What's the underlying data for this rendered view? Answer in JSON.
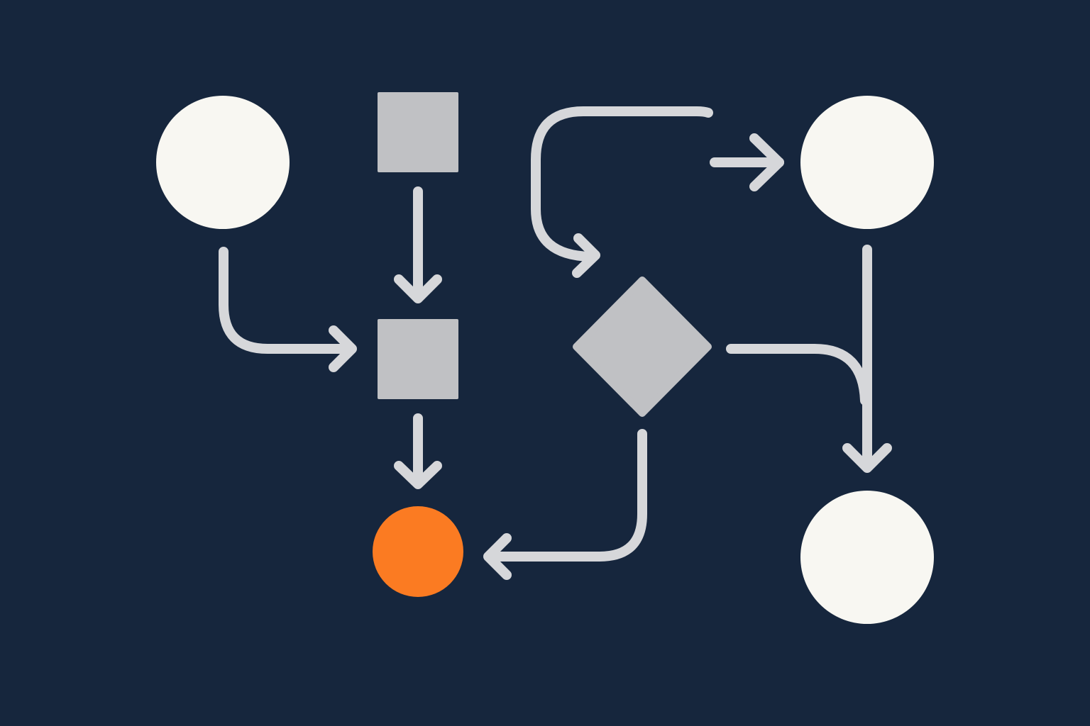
{
  "diagram": {
    "colors": {
      "background": "#16263d",
      "terminal_node": "#f8f7f2",
      "process_node": "#c0c1c4",
      "decision_node": "#c0c1c4",
      "highlight_node": "#fb7b22",
      "connector": "#d6d7da"
    },
    "nodes": [
      {
        "id": "start-left",
        "shape": "circle"
      },
      {
        "id": "process-top",
        "shape": "square"
      },
      {
        "id": "process-middle",
        "shape": "square"
      },
      {
        "id": "end-highlight",
        "shape": "circle",
        "highlighted": true
      },
      {
        "id": "decision",
        "shape": "diamond"
      },
      {
        "id": "node-top-right",
        "shape": "circle"
      },
      {
        "id": "node-bottom-right",
        "shape": "circle"
      }
    ],
    "edges": [
      {
        "from": "start-left",
        "to": "process-middle"
      },
      {
        "from": "process-top",
        "to": "process-middle"
      },
      {
        "from": "process-middle",
        "to": "end-highlight"
      },
      {
        "from": "node-top-right",
        "to": "decision"
      },
      {
        "to": "node-top-right"
      },
      {
        "from": "node-top-right",
        "to": "node-bottom-right"
      },
      {
        "from": "decision",
        "to": "node-bottom-right"
      },
      {
        "from": "decision",
        "to": "end-highlight"
      }
    ]
  }
}
